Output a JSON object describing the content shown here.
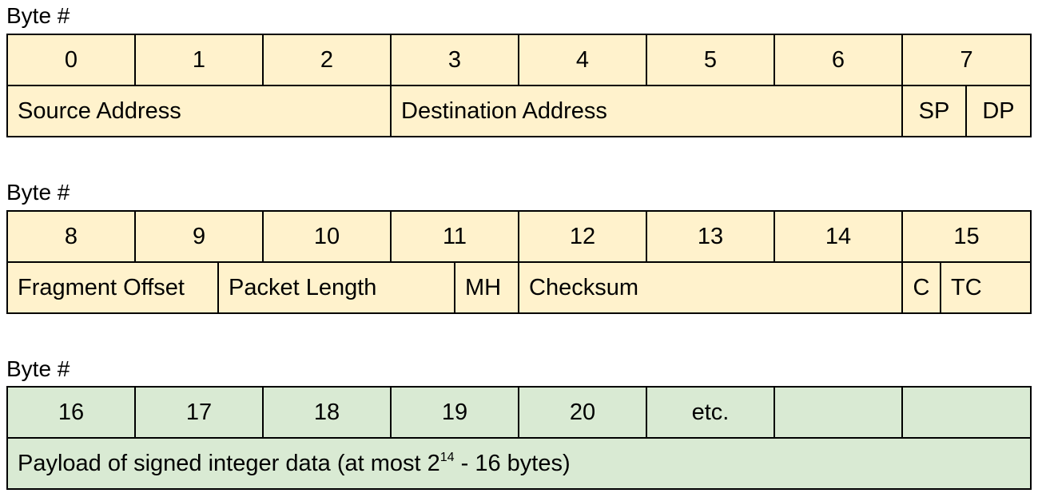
{
  "sections": [
    {
      "label": "Byte #",
      "bytes": [
        "0",
        "1",
        "2",
        "3",
        "4",
        "5",
        "6",
        "7"
      ],
      "fields": [
        "Source Address",
        "Destination Address",
        "SP",
        "DP"
      ]
    },
    {
      "label": "Byte #",
      "bytes": [
        "8",
        "9",
        "10",
        "11",
        "12",
        "13",
        "14",
        "15"
      ],
      "fields": [
        "Fragment Offset",
        "Packet Length",
        "MH",
        "Checksum",
        "C",
        "TC"
      ]
    },
    {
      "label": "Byte #",
      "bytes": [
        "16",
        "17",
        "18",
        "19",
        "20",
        "etc.",
        "",
        ""
      ],
      "payload": {
        "text_before": "Payload of signed integer data (at most 2",
        "superscript": "14",
        "text_after": " - 16 bytes)"
      }
    }
  ],
  "colors": {
    "header_fill": "#fff2cc",
    "payload_fill": "#d9ead3",
    "border": "#000000"
  }
}
